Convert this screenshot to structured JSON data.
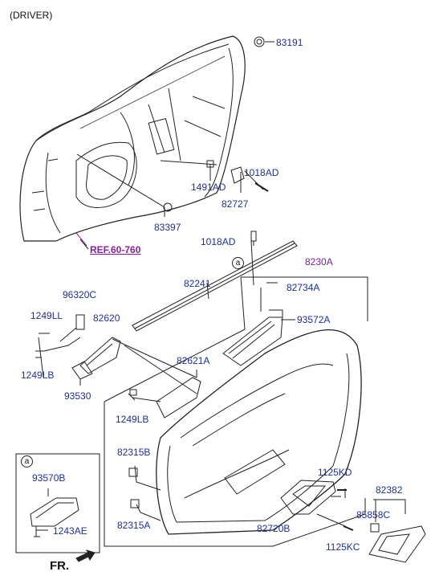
{
  "header": {
    "title": "(DRIVER)"
  },
  "reference": {
    "label": "REF.60-760"
  },
  "orientation": {
    "label": "FR."
  },
  "inset": {
    "marker": "a",
    "parts": [
      "93570B",
      "1243AE"
    ]
  },
  "callout_marker": "a",
  "part_labels": {
    "p83191": "83191",
    "p1018AD_top": "1018AD",
    "p1491AD": "1491AD",
    "p82727": "82727",
    "p83397": "83397",
    "p1018AD_mid": "1018AD",
    "p8230A": "8230A",
    "p82241": "82241",
    "p82734A": "82734A",
    "p96320C": "96320C",
    "p1249LL": "1249LL",
    "p82620": "82620",
    "p93572A": "93572A",
    "p1249LB_left": "1249LB",
    "p93530": "93530",
    "p82621A": "82621A",
    "p1249LB_mid": "1249LB",
    "p82315B": "82315B",
    "p82315A": "82315A",
    "p1125KD": "1125KD",
    "p82382": "82382",
    "p85858C": "85858C",
    "p82720B": "82720B",
    "p1125KC": "1125KC"
  }
}
